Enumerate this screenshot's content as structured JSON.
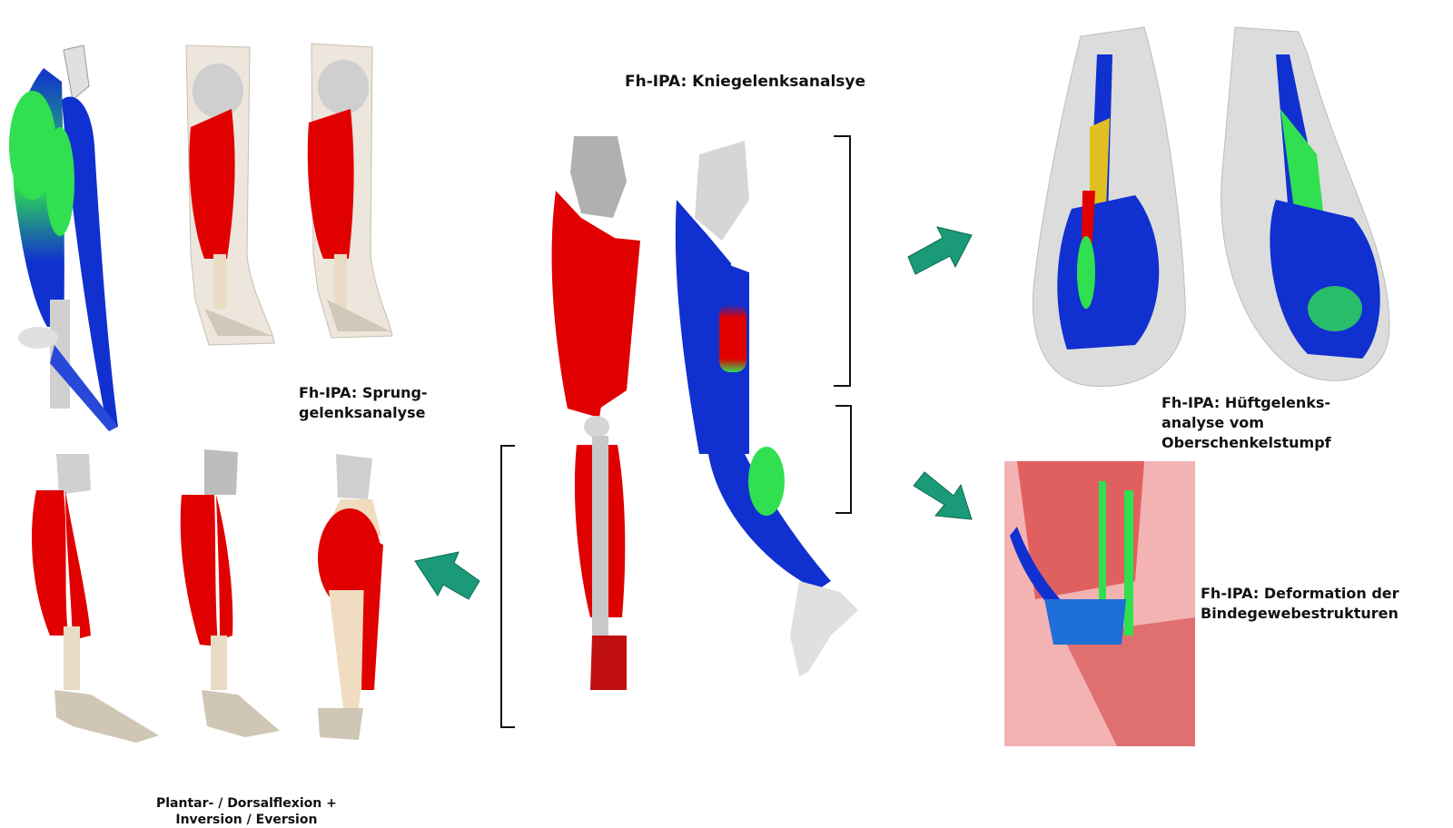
{
  "labels": {
    "knee": "Fh-IPA: Kniegelenksanalsye",
    "ankle_line1": "Fh-IPA: Sprung-",
    "ankle_line2": "gelenksanalyse",
    "hip_line1": "Fh-IPA: Hüftgelenks-",
    "hip_line2": "analyse vom",
    "hip_line3": "Oberschenkelstumpf",
    "deform_line1": "Fh-IPA: Deformation der",
    "deform_line2": "Bindegewebestrukturen",
    "motion_line1": "Plantar- / Dorsalflexion +",
    "motion_line2": "Inversion / Eversion"
  },
  "colors": {
    "muscle_red": "#e00000",
    "muscle_blue": "#1030d0",
    "muscle_green": "#30e050",
    "arrow_teal": "#1a9a78",
    "bone": "#d8d8d8",
    "tendon_beige": "#f0dcc0",
    "skin_translucent": "#d8d8d8"
  },
  "icons": [
    "arrow-right-up-icon",
    "arrow-right-down-icon",
    "arrow-left-icon"
  ]
}
